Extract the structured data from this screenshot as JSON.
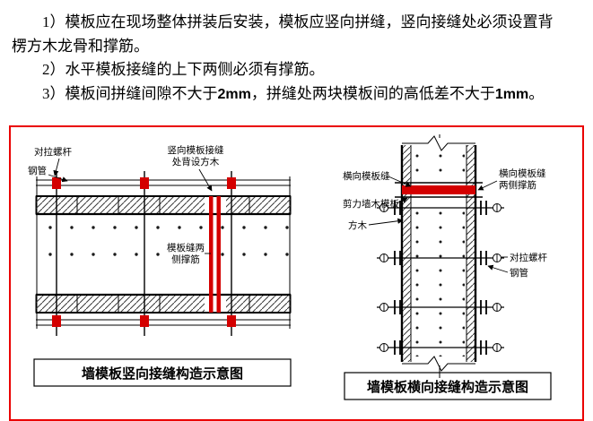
{
  "colors": {
    "accent_red": "#d40000",
    "frame_red": "#ea0000"
  },
  "text": {
    "p1": "1）模板应在现场整体拼装后安装，模板应竖向拼缝，竖向接缝处必须设置背楞方木龙骨和撑筋。",
    "p2": "2）水平模板接缝的上下两侧必须有撑筋。",
    "p3_parts": [
      "3）模板间拼缝间隙不大于",
      "2mm",
      "，拼缝处两块模板间的高低差不大于",
      "1mm",
      "。"
    ]
  },
  "left_figure": {
    "caption": "墙模板竖向接缝构造示意图",
    "labels": {
      "tie_rod": "对拉螺杆",
      "steel_pipe": "钢管",
      "joint_line1": "竖向模板接缝",
      "joint_line2": "处背设方木",
      "brace_line1": "模板缝两",
      "brace_line2": "侧撑筋"
    }
  },
  "right_figure": {
    "caption": "墙模板横向接缝构造示意图",
    "labels": {
      "h_joint": "横向模板缝",
      "brace_line1": "横向模板缝",
      "brace_line2": "两侧撑筋",
      "wall_formwork": "剪力墙木模板",
      "timber": "方木",
      "tie_rod": "对拉螺杆",
      "steel_pipe": "钢管"
    }
  }
}
